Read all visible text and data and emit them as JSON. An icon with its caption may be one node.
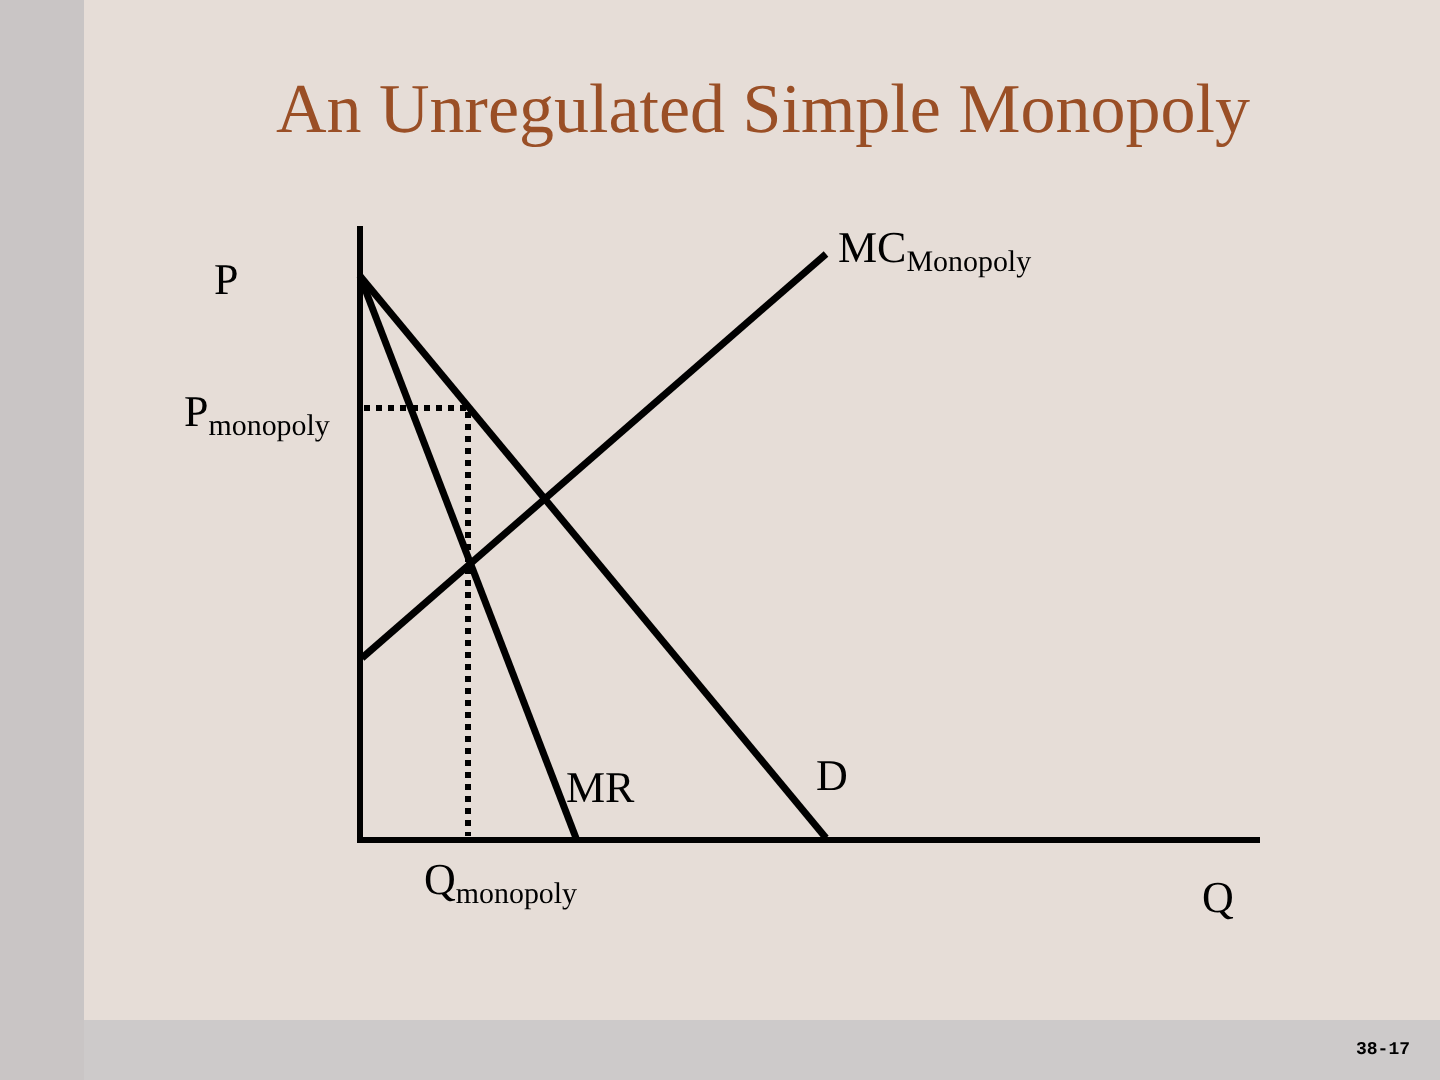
{
  "diagram": {
    "title": "An Unregulated Simple Monopoly",
    "labels": [
      "P",
      "MC$_{Monopoly}$",
      "P$_{monopoly}$",
      "MR",
      "D",
      "Q$_{monopoly}$",
      "Q",
      "38-17"
    ]
  }
}
